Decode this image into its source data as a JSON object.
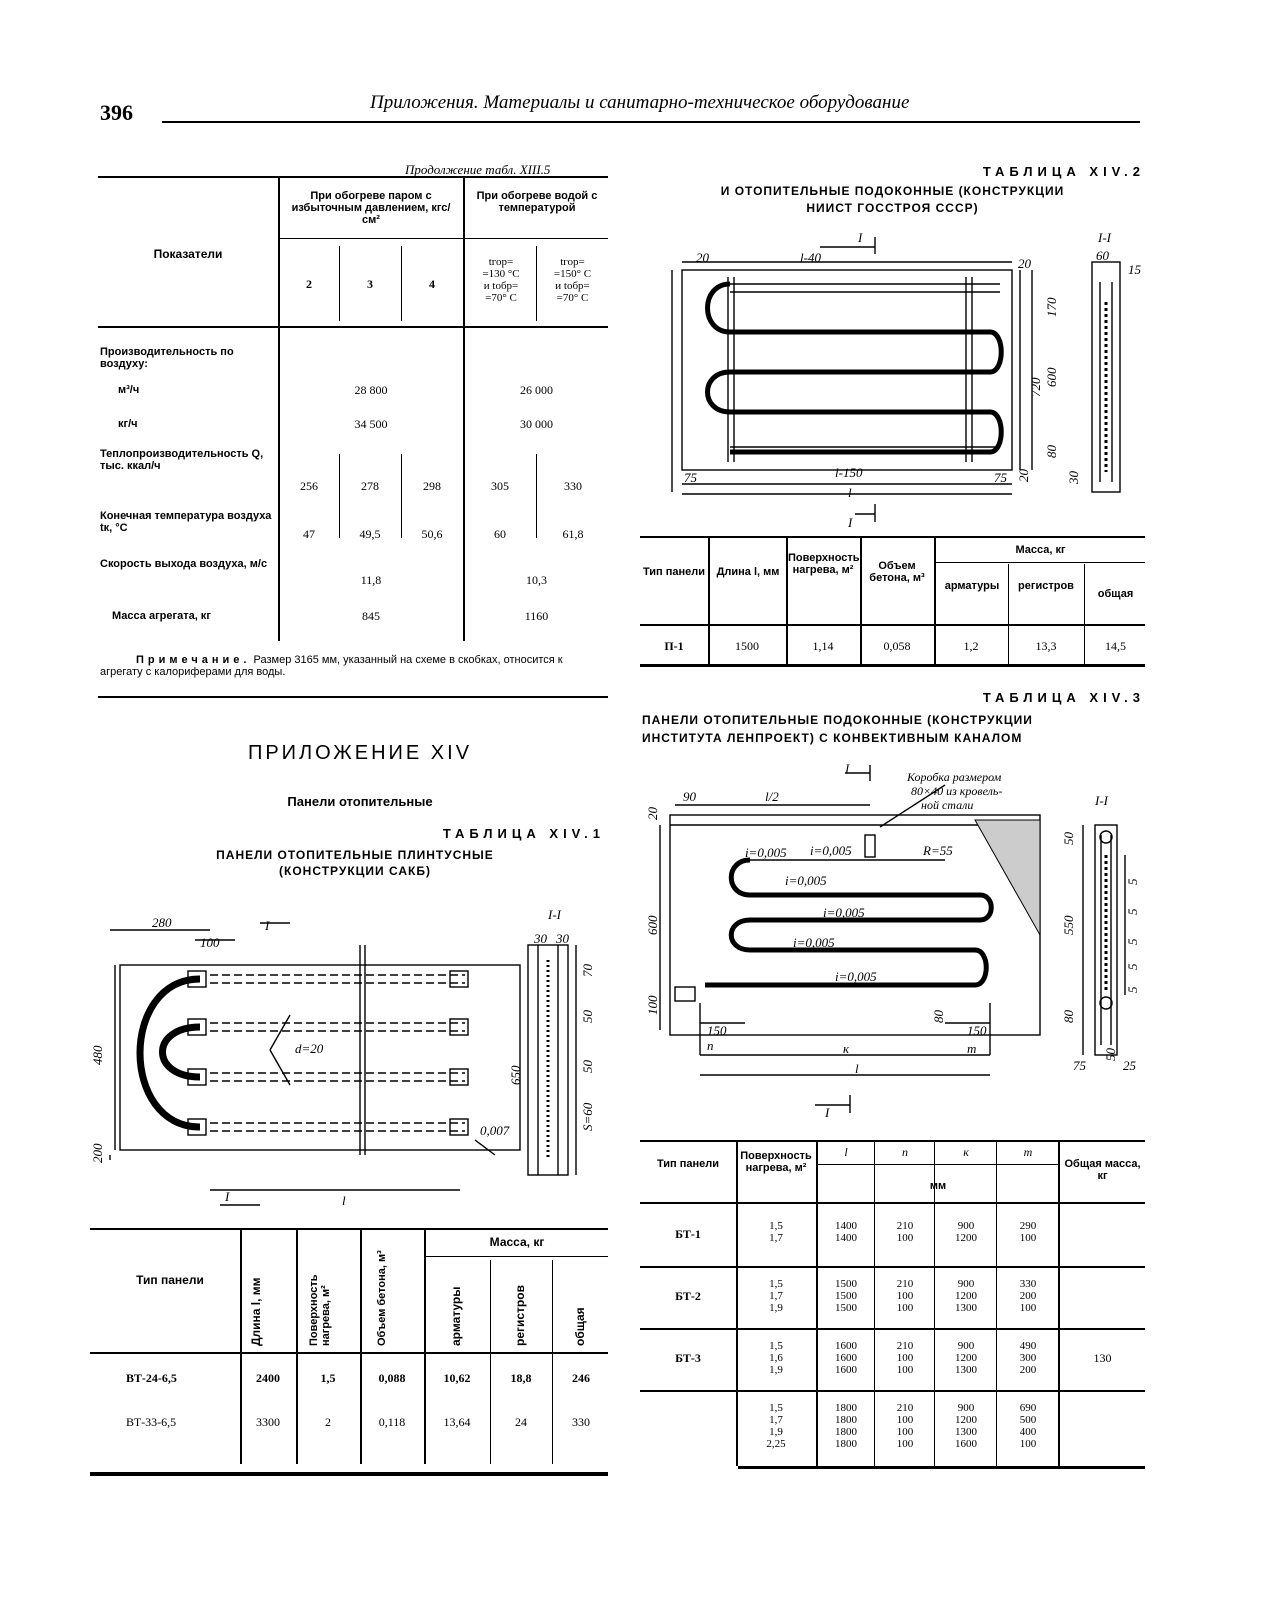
{
  "header": {
    "page_number": "396",
    "running_title": "Приложения. Материалы и санитарно-техническое оборудование"
  },
  "table_xiii5": {
    "continuation": "Продолжение табл. XIII.5",
    "col_indicators": "Показатели",
    "col_steam": "При обогреве паром с избыточным давлением, кгс/см²",
    "col_water": "При обогреве водой с температурой",
    "pressures": [
      "2",
      "3",
      "4"
    ],
    "water_cond1": [
      "tгор=",
      "=130 °C",
      "и tобр=",
      "=70° C"
    ],
    "water_cond2": [
      "tгор=",
      "=150° C",
      "и tобр=",
      "=70° C"
    ],
    "rows": {
      "capacity_label": "Производительность по воздуху:",
      "m3_label": "м³/ч",
      "m3_steam": "28 800",
      "m3_water": "26 000",
      "kg_label": "кг/ч",
      "kg_steam": "34 500",
      "kg_water": "30 000",
      "heat_label": "Теплопроизводительность Q, тыс. ккал/ч",
      "heat_values": [
        "256",
        "278",
        "298",
        "305",
        "330"
      ],
      "temp_label": "Конечная температура воздуха tк, °C",
      "temp_values": [
        "47",
        "49,5",
        "50,6",
        "60",
        "61,8"
      ],
      "speed_label": "Скорость выхода воздуха, м/с",
      "speed_steam": "11,8",
      "speed_water": "10,3",
      "mass_label": "Масса агрегата, кг",
      "mass_steam": "845",
      "mass_water": "1160"
    },
    "note_word": "Примечание.",
    "note_text": "Размер 3165 мм, указанный на схеме в скобках, относится к агрегату с калориферами для воды."
  },
  "appendix": {
    "title": "ПРИЛОЖЕНИЕ XIV",
    "subtitle": "Панели отопительные"
  },
  "table_xiv1": {
    "label": "ТАБЛИЦА XIV.1",
    "title_line1": "ПАНЕЛИ ОТОПИТЕЛЬНЫЕ ПЛИНТУСНЫЕ",
    "title_line2": "(КОНСТРУКЦИИ САКБ)",
    "headers": [
      "Тип панели",
      "Длина l, мм",
      "Поверхность нагрева, м²",
      "Объем бетона, м³",
      "Масса, кг",
      "арматуры",
      "регистров",
      "общая"
    ],
    "rows": [
      [
        "ВТ-24-6,5",
        "2400",
        "1,5",
        "0,088",
        "10,62",
        "18,8",
        "246"
      ],
      [
        "ВТ-33-6,5",
        "3300",
        "2",
        "0,118",
        "13,64",
        "24",
        "330"
      ]
    ]
  },
  "table_xiv2": {
    "label": "ТАБЛИЦА XIV.2",
    "title_line1": "И ОТОПИТЕЛЬНЫЕ ПОДОКОННЫЕ (КОНСТРУКЦИИ",
    "title_line2": "НИИСТ ГОССТРОЯ СССР)",
    "headers": [
      "Тип панели",
      "Длина l, мм",
      "Поверхность нагрева, м²",
      "Объем бетона, м³",
      "Масса, кг",
      "арматуры",
      "регистров",
      "общая"
    ],
    "row": [
      "П-1",
      "1500",
      "1,14",
      "0,058",
      "1,2",
      "13,3",
      "14,5"
    ]
  },
  "table_xiv3": {
    "label": "ТАБЛИЦА XIV.3",
    "title_line1": "ПАНЕЛИ ОТОПИТЕЛЬНЫЕ ПОДОКОННЫЕ (КОНСТРУКЦИИ",
    "title_line2": "ИНСТИТУТА ЛЕНПРОЕКТ) С КОНВЕКТИВНЫМ КАНАЛОМ",
    "headers": [
      "Тип панели",
      "Поверхность нагрева, м²",
      "l",
      "n",
      "к",
      "m",
      "мм",
      "Общая масса, кг"
    ],
    "rows": [
      {
        "type": "БТ-1",
        "area": [
          "1,5",
          "1,7"
        ],
        "l": [
          "1400",
          "1400"
        ],
        "n": [
          "210",
          "100"
        ],
        "k": [
          "900",
          "1200"
        ],
        "m": [
          "290",
          "100"
        ],
        "mass": ""
      },
      {
        "type": "БТ-2",
        "area": [
          "1,5",
          "1,7",
          "1,9"
        ],
        "l": [
          "1500",
          "1500",
          "1500"
        ],
        "n": [
          "210",
          "100",
          "100"
        ],
        "k": [
          "900",
          "1200",
          "1300"
        ],
        "m": [
          "330",
          "200",
          "100"
        ],
        "mass": ""
      },
      {
        "type": "БТ-3",
        "area": [
          "1,5",
          "1,6",
          "1,9"
        ],
        "l": [
          "1600",
          "1600",
          "1600"
        ],
        "n": [
          "210",
          "100",
          "100"
        ],
        "k": [
          "900",
          "1200",
          "1300"
        ],
        "m": [
          "490",
          "300",
          "200"
        ],
        "mass": "130"
      },
      {
        "type": "",
        "area": [
          "1,5",
          "1,7",
          "1,9",
          "2,25"
        ],
        "l": [
          "1800",
          "1800",
          "1800",
          "1800"
        ],
        "n": [
          "210",
          "100",
          "100",
          "100"
        ],
        "k": [
          "900",
          "1200",
          "1300",
          "1600"
        ],
        "m": [
          "690",
          "500",
          "400",
          "100"
        ],
        "mass": ""
      }
    ]
  },
  "diagram_xiv1": {
    "dims": [
      "280",
      "100",
      "480",
      "200",
      "d=20",
      "650",
      "70",
      "50",
      "50",
      "S=60",
      "0,007",
      "30",
      "30",
      "l"
    ],
    "section": "I-I",
    "cut": "I"
  },
  "diagram_xiv2": {
    "dims": [
      "20",
      "l-40",
      "20",
      "60",
      "15",
      "170",
      "600",
      "720",
      "80",
      "75",
      "l-150",
      "75",
      "20",
      "30",
      "l"
    ],
    "section": "I-I",
    "cut": "I"
  },
  "diagram_xiv3": {
    "dims": [
      "90",
      "l/2",
      "20",
      "i=0,005",
      "i=0,005",
      "R=55",
      "i=0,005",
      "i=0,005",
      "i=0,005",
      "i=0,005",
      "600",
      "100",
      "150",
      "n",
      "к",
      "150",
      "m",
      "80",
      "l",
      "50",
      "550",
      "80",
      "75",
      "25",
      "50",
      "5",
      "5",
      "5",
      "5",
      "5"
    ],
    "box_note": [
      "Коробка размером",
      "80×40 из кровель-",
      "ной стали"
    ],
    "section": "I-I",
    "cut": "I"
  }
}
